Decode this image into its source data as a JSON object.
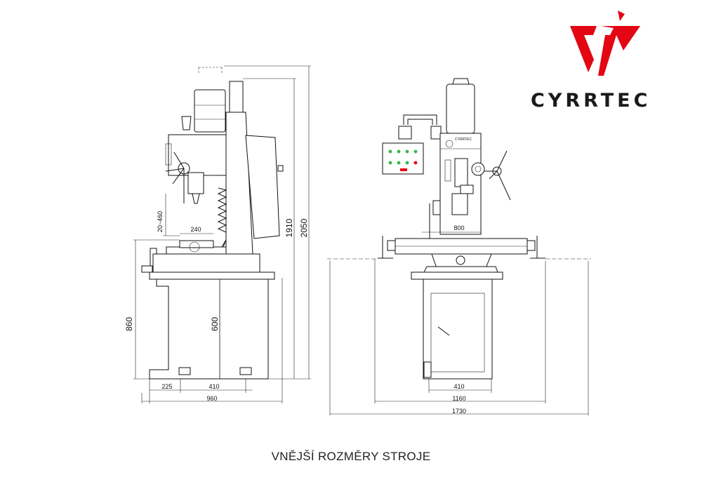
{
  "brand": {
    "name": "CYRRTEC",
    "color": "#e30613"
  },
  "caption": "VNĚJŠÍ ROZMĚRY STROJE",
  "panel_label": "CYRRTEC",
  "side_view": {
    "dims": {
      "head_travel": "20~460",
      "table_width": "240",
      "total_height_1": "1910",
      "total_height_2": "2050",
      "stand_height": "860",
      "base_height": "600",
      "base_offset": "225",
      "foot_spacing": "410",
      "overall_depth": "960"
    }
  },
  "front_view": {
    "dims": {
      "table_length": "800",
      "foot_spacing": "410",
      "table_travel": "1160",
      "overall_width": "1730"
    }
  }
}
